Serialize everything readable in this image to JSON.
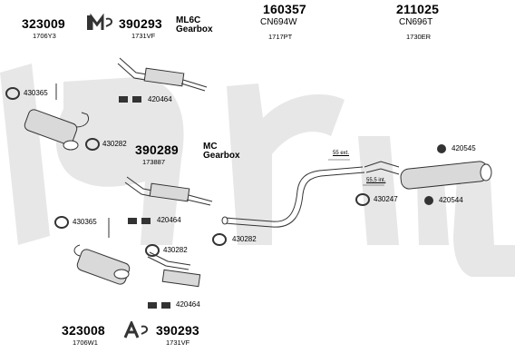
{
  "top_parts": {
    "p1": {
      "number": "323009",
      "code": "1706Y3"
    },
    "p2": {
      "number": "390293",
      "code": "1731VF"
    },
    "gearbox_top": "ML6C\nGearbox",
    "p3": {
      "number": "160357",
      "code1": "CN694W",
      "code2": "1717PT"
    },
    "p4": {
      "number": "211025",
      "code1": "CN696T",
      "code2": "1730ER"
    }
  },
  "mid_parts": {
    "p5": {
      "number": "390289",
      "code": "173887"
    },
    "gearbox_mid": "MC\nGearbox"
  },
  "bottom_parts": {
    "p6": {
      "number": "323008",
      "code": "1706W1"
    },
    "p7": {
      "number": "390293",
      "code": "1731VF"
    }
  },
  "clamps": {
    "c1": "430365",
    "c2": "420464",
    "c3": "430282",
    "c4": "420464",
    "c5": "430365",
    "c6": "430282",
    "c7": "420464",
    "c8": "430282",
    "c9": "430247",
    "c10": "420545",
    "c11": "420544"
  },
  "annotations": {
    "a1": "55 ext.",
    "a2": "55,5 int."
  },
  "watermark_color": "#e6e6e6",
  "line_color": "#333333"
}
